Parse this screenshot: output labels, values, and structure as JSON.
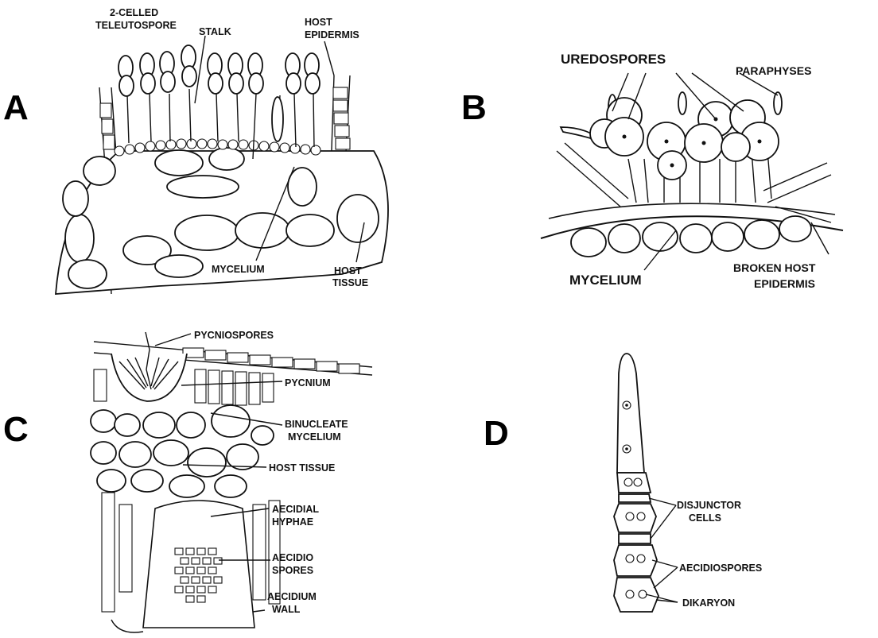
{
  "panels": [
    {
      "letter": "A",
      "labels": {
        "teleutospore_1": "2-CELLED",
        "teleutospore_2": "TELEUTOSPORE",
        "stalk": "STALK",
        "host_epidermis_1": "HOST",
        "host_epidermis_2": "EPIDERMIS",
        "mycelium": "MYCELIUM",
        "host_tissue_1": "HOST",
        "host_tissue_2": "TISSUE"
      }
    },
    {
      "letter": "B",
      "labels": {
        "uredospores": "UREDOSPORES",
        "paraphyses": "PARAPHYSES",
        "mycelium": "MYCELIUM",
        "broken_host_1": "BROKEN HOST",
        "broken_host_2": "EPIDERMIS"
      }
    },
    {
      "letter": "C",
      "labels": {
        "pycniospores": "PYCNIOSPORES",
        "pycnium": "PYCNIUM",
        "binucleate_1": "BINUCLEATE",
        "binucleate_2": "MYCELIUM",
        "host_tissue": "HOST TISSUE",
        "aecidial_1": "AECIDIAL",
        "aecidial_2": "HYPHAE",
        "aecidio_1": "AECIDIO",
        "aecidio_2": "SPORES",
        "aecidium_1": "AECIDIUM",
        "aecidium_2": "WALL"
      }
    },
    {
      "letter": "D",
      "labels": {
        "disjunctor_1": "DISJUNCTOR",
        "disjunctor_2": "CELLS",
        "aecidiospores": "AECIDIOSPORES",
        "dikaryon": "DIKARYON"
      }
    }
  ]
}
